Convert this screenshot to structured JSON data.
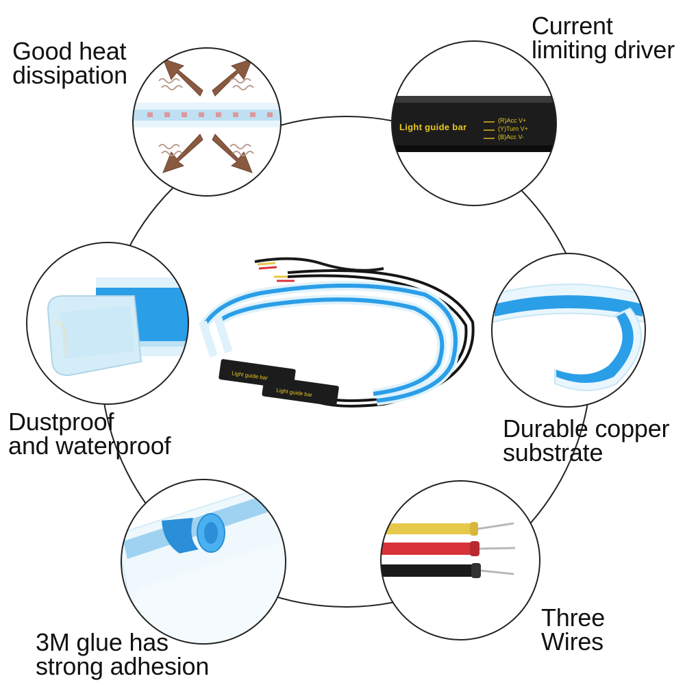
{
  "features": {
    "heat": {
      "line1": "Good heat",
      "line2": "dissipation"
    },
    "driver": {
      "line1": "Current",
      "line2": "limiting driver"
    },
    "dust": {
      "line1": "Dustproof",
      "line2": "and waterproof"
    },
    "copper": {
      "line1": "Durable copper",
      "line2": "substrate"
    },
    "glue": {
      "line1": "3M glue has",
      "line2": "strong adhesion"
    },
    "wires": {
      "line1": "Three",
      "line2": "Wires"
    }
  },
  "driver_box": {
    "title": "Light guide bar",
    "wire_r": "(R)Acc V+",
    "wire_y": "(Y)Turn V+",
    "wire_b": "(B)Acc V-"
  },
  "colors": {
    "strip_blue": "#2b9ee8",
    "strip_clear": "#e8f6fd",
    "arrow_brown": "#8a5a40",
    "driver_text": "#e8c820",
    "wire_yellow": "#e6c84a",
    "wire_red": "#d8333a",
    "wire_black": "#1a1a1a"
  },
  "icons": {
    "heat": "heat-arrows-icon",
    "wires": "three-wires-icon"
  }
}
